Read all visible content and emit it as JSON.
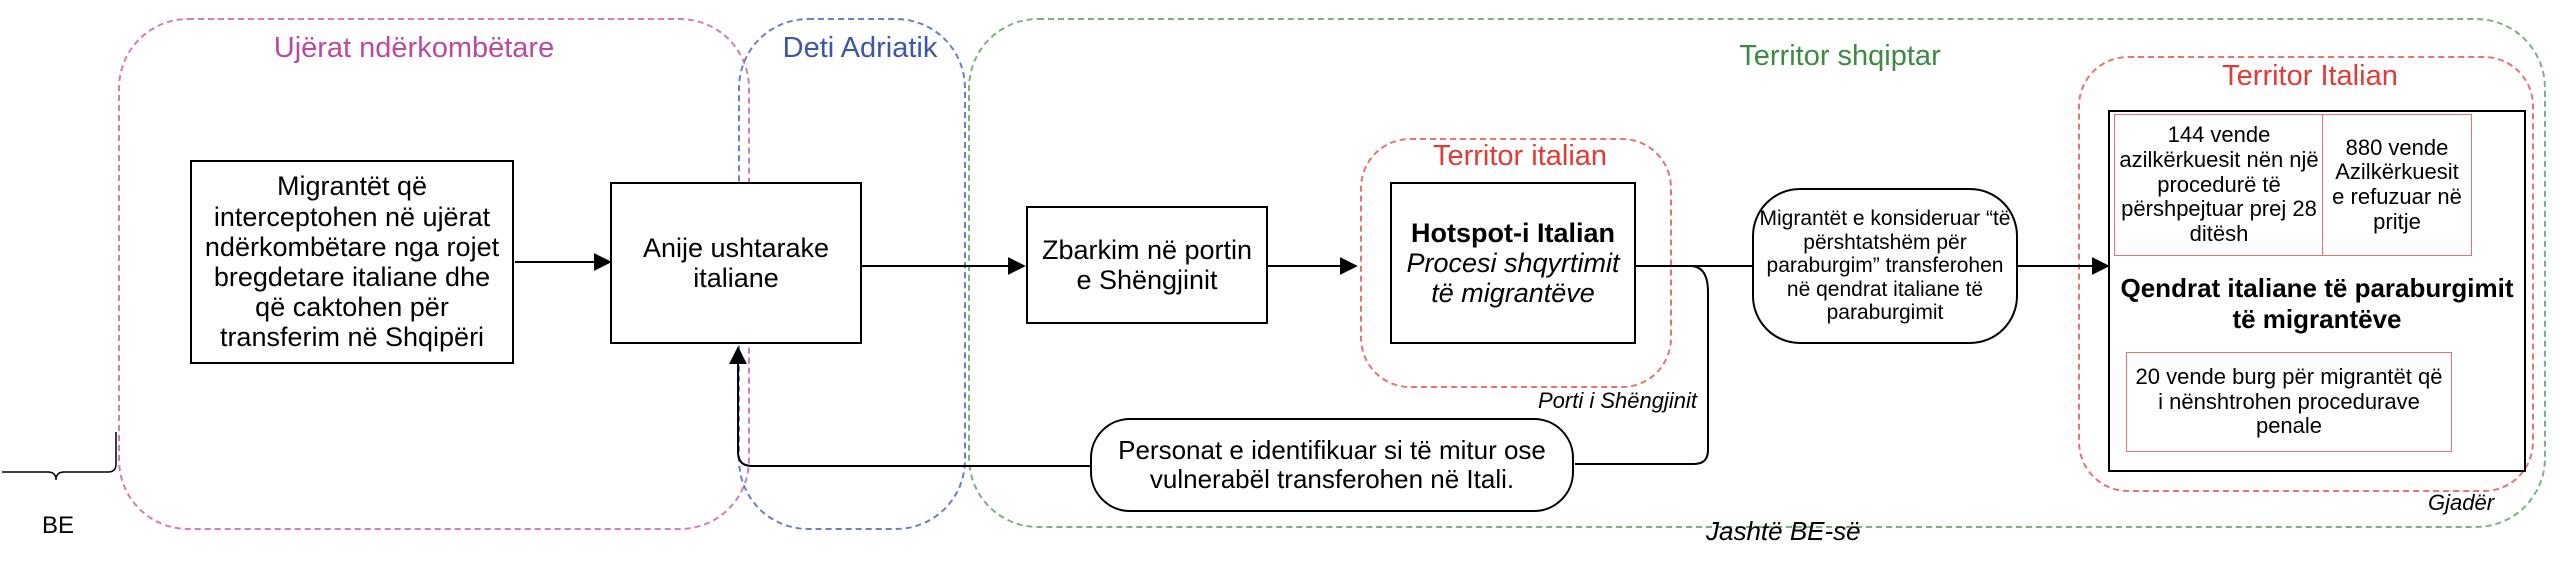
{
  "regions": {
    "international_waters": "Ujërat ndërkombëtare",
    "adriatic": "Deti Adriatik",
    "albania": "Territor shqiptar",
    "italy_hotspot": "Territor italian",
    "italy_gjader": "Territor Italian"
  },
  "boxes": {
    "migrants": "Migrantët që interceptohen në ujërat ndërkombëtare nga rojet bregdetare italiane dhe që caktohen për transferim në Shqipëri",
    "ship": "Anije ushtarake italiane",
    "landing": "Zbarkim në portin e Shëngjinit",
    "hotspot_title": "Hotspot-i Italian",
    "hotspot_sub": "Procesi shqyrtimit të migrantëve",
    "considered": "Migrantët e konsideruar “të përshtatshëm për paraburgim” transferohen në qendrat italiane të paraburgimit",
    "vulnerable": "Personat e identifikuar si të mitur ose vulnerabël transferohen në Itali.",
    "centre_title": "Qendrat italiane të paraburgimit të migrantëve",
    "asylum": "144 vende azilkërkuesit nën një procedurë të përshpejtuar prej 28 ditësh",
    "rejected": "880 vende Azilkërkuesit e refuzuar në pritje",
    "prison": "20 vende burg për migrantët që i nënshtrohen procedurave penale"
  },
  "notes": {
    "port": "Porti i Shëngjinit",
    "gjader": "Gjadër",
    "outside_eu": "Jashtë BE-së",
    "eu": "BE"
  }
}
